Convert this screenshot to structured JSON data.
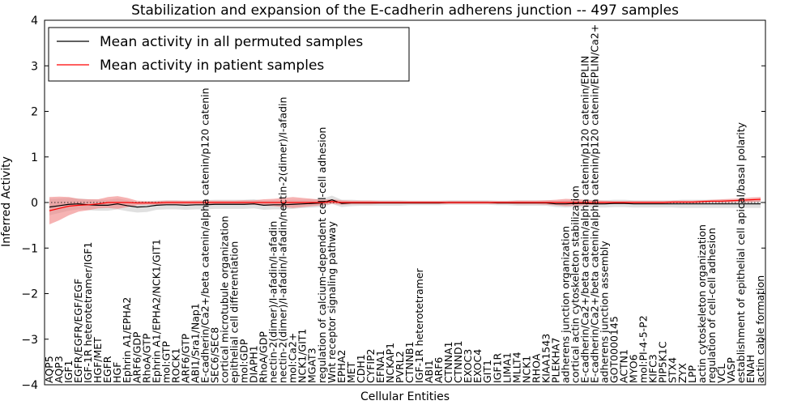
{
  "chart_data": {
    "type": "line",
    "title": "Stabilization and expansion of the E-cadherin adherens junction -- 497 samples",
    "xlabel": "Cellular Entities",
    "ylabel": "Inferred Activity",
    "ylim": [
      -4,
      4
    ],
    "yticks": [
      -4,
      -3,
      -2,
      -1,
      0,
      1,
      2,
      3,
      4
    ],
    "ytick_labels": [
      "−4",
      "−3",
      "−2",
      "−1",
      "0",
      "1",
      "2",
      "3",
      "4"
    ],
    "grid": false,
    "legend_position": "top-left",
    "categories": [
      "AQP5",
      "AQP3",
      "IGF1",
      "EGFR/EGFR/EGF/EGF",
      "IGF-1R heterotetramer/IGF1",
      "HGF/MET",
      "EGFR",
      "HGF",
      "Ephrin A1/EPHA2",
      "ARF6/GDP",
      "RhoA/GTP",
      "Ephrin A1/EPHA2/NCK1/GIT1",
      "mol:GTP",
      "ROCK1",
      "ARF6/GTP",
      "ABI1/Sra1/Nap1",
      "E-cadherin/Ca2+/beta catenin/alpha catenin/p120 catenin",
      "SEC6/SEC8",
      "cortical microtubule organization",
      "epithelial cell differentiation",
      "mol:GDP",
      "DIAPH1",
      "RhoA/GDP",
      "nectin-2(dimer)/I-afadin/I-afadin",
      "nectin-2(dimer)/I-afadin/I-afadin/nectin-2(dimer)/I-afadin",
      "mol:Ca2+",
      "NCK1/GIT1",
      "MGAT3",
      "regulation of calcium-dependent cell-cell adhesion",
      "Wnt receptor signaling pathway",
      "EPHA2",
      "MET",
      "CDH1",
      "CYFIP2",
      "EFNA1",
      "NCKAP1",
      "PVRL2",
      "CTNNB1",
      "IGF-1R heterotetramer",
      "ABI1",
      "ARF6",
      "CTNNA1",
      "CTNND1",
      "EXOC3",
      "EXOC4",
      "GIT1",
      "IGF1R",
      "LIMA1",
      "MLLT4",
      "NCK1",
      "RHOA",
      "KIAA1543",
      "PLEKHA7",
      "adherens junction organization",
      "cortical actin cytoskeleton stabilization",
      "E-cadherin/Ca2+/beta catenin/alpha catenin/p120 catenin/EPLIN",
      "E-cadherin/Ca2+/beta catenin/alpha catenin/p120 catenin/EPLIN/Ca2+",
      "adherens junction assembly",
      "GOT0000145",
      "ACTN1",
      "MYO6",
      "mol:PI-4-5-P2",
      "KIFC3",
      "PIP5K1C",
      "STX4",
      "ZYX",
      "LPP",
      "actin cytoskeleton organization",
      "regulation of cell-cell adhesion",
      "VCL",
      "VASP",
      "establishment of epithelial cell apical/basal polarity",
      "ENAH",
      "actin cable formation"
    ],
    "series": [
      {
        "name": "Mean activity in all permuted samples",
        "color": "#000000",
        "band_color": "#bbbbbb",
        "values": [
          -0.1,
          -0.07,
          -0.04,
          -0.03,
          -0.05,
          -0.06,
          -0.06,
          -0.03,
          -0.07,
          -0.1,
          -0.09,
          -0.06,
          -0.05,
          -0.05,
          -0.06,
          -0.05,
          -0.05,
          -0.04,
          -0.04,
          -0.04,
          -0.04,
          -0.03,
          -0.06,
          -0.05,
          -0.05,
          -0.04,
          -0.03,
          -0.02,
          -0.01,
          0.06,
          -0.02,
          -0.01,
          -0.01,
          -0.01,
          -0.01,
          -0.01,
          -0.01,
          -0.01,
          -0.01,
          -0.01,
          -0.01,
          0.0,
          0.0,
          0.0,
          0.0,
          0.0,
          -0.01,
          -0.01,
          -0.01,
          -0.01,
          -0.01,
          -0.01,
          -0.03,
          -0.03,
          -0.02,
          -0.02,
          -0.03,
          -0.03,
          -0.02,
          -0.02,
          -0.03,
          -0.03,
          -0.03,
          -0.03,
          -0.03,
          -0.03,
          -0.03,
          -0.03,
          -0.03,
          -0.03,
          -0.03,
          -0.03,
          -0.03,
          -0.03
        ],
        "band_width": [
          0.18,
          0.16,
          0.14,
          0.12,
          0.12,
          0.12,
          0.12,
          0.12,
          0.12,
          0.12,
          0.12,
          0.1,
          0.1,
          0.1,
          0.1,
          0.1,
          0.1,
          0.1,
          0.1,
          0.1,
          0.1,
          0.1,
          0.1,
          0.1,
          0.1,
          0.1,
          0.09,
          0.09,
          0.09,
          0.09,
          0.08,
          0.07,
          0.06,
          0.06,
          0.06,
          0.06,
          0.06,
          0.05,
          0.05,
          0.05,
          0.05,
          0.05,
          0.05,
          0.05,
          0.05,
          0.05,
          0.05,
          0.05,
          0.06,
          0.06,
          0.06,
          0.06,
          0.07,
          0.08,
          0.08,
          0.08,
          0.08,
          0.08,
          0.08,
          0.08,
          0.08,
          0.08,
          0.08,
          0.08,
          0.08,
          0.09,
          0.09,
          0.09,
          0.09,
          0.09,
          0.09,
          0.09,
          0.09,
          0.09
        ]
      },
      {
        "name": "Mean activity in patient samples",
        "color": "#ff0000",
        "band_color": "#f08080",
        "values": [
          -0.18,
          -0.13,
          -0.08,
          -0.06,
          -0.05,
          -0.03,
          0.0,
          0.0,
          0.0,
          -0.01,
          -0.01,
          -0.01,
          0.0,
          0.0,
          0.0,
          0.0,
          0.0,
          0.0,
          0.0,
          0.0,
          0.0,
          0.0,
          0.0,
          0.0,
          0.0,
          0.0,
          0.0,
          0.0,
          0.0,
          0.02,
          0.0,
          0.0,
          0.0,
          0.0,
          0.0,
          0.0,
          0.0,
          0.0,
          0.0,
          0.0,
          0.0,
          0.0,
          0.0,
          0.0,
          0.0,
          0.0,
          0.0,
          0.0,
          0.0,
          0.0,
          0.0,
          0.0,
          0.0,
          0.0,
          0.0,
          0.0,
          0.0,
          0.0,
          0.0,
          0.0,
          0.0,
          0.0,
          0.0,
          0.0,
          0.01,
          0.01,
          0.01,
          0.02,
          0.03,
          0.03,
          0.04,
          0.05,
          0.06,
          0.07
        ],
        "band_width": [
          0.3,
          0.26,
          0.2,
          0.14,
          0.12,
          0.1,
          0.12,
          0.14,
          0.1,
          0.05,
          0.04,
          0.04,
          0.04,
          0.04,
          0.04,
          0.04,
          0.04,
          0.04,
          0.04,
          0.04,
          0.05,
          0.05,
          0.07,
          0.08,
          0.1,
          0.12,
          0.1,
          0.08,
          0.06,
          0.05,
          0.05,
          0.04,
          0.04,
          0.04,
          0.03,
          0.03,
          0.03,
          0.03,
          0.03,
          0.03,
          0.03,
          0.03,
          0.03,
          0.03,
          0.03,
          0.03,
          0.03,
          0.03,
          0.04,
          0.04,
          0.04,
          0.05,
          0.06,
          0.08,
          0.07,
          0.06,
          0.05,
          0.04,
          0.03,
          0.03,
          0.03,
          0.03,
          0.03,
          0.03,
          0.03,
          0.03,
          0.03,
          0.03,
          0.03,
          0.04,
          0.04,
          0.04,
          0.05,
          0.05
        ]
      }
    ],
    "reference_line": {
      "y": 0,
      "style": "dotted",
      "color": "#000000"
    }
  }
}
